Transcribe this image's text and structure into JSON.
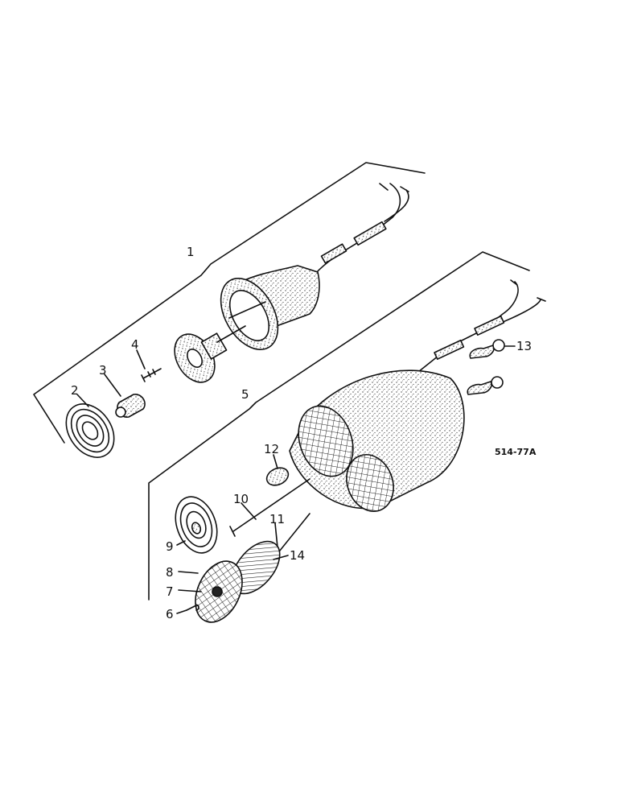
{
  "diagram": {
    "reference_code": "514-77A",
    "callouts": [
      {
        "id": "c1",
        "label": "1"
      },
      {
        "id": "c2",
        "label": "2"
      },
      {
        "id": "c3",
        "label": "3"
      },
      {
        "id": "c4",
        "label": "4"
      },
      {
        "id": "c5",
        "label": "5"
      },
      {
        "id": "c6",
        "label": "6"
      },
      {
        "id": "c7",
        "label": "7"
      },
      {
        "id": "c8",
        "label": "8"
      },
      {
        "id": "c9",
        "label": "9"
      },
      {
        "id": "c10",
        "label": "10"
      },
      {
        "id": "c11",
        "label": "11"
      },
      {
        "id": "c12",
        "label": "12"
      },
      {
        "id": "c13",
        "label": "13"
      },
      {
        "id": "c14",
        "label": "14"
      }
    ],
    "colors": {
      "ink": "#111111",
      "paper": "#ffffff",
      "stipple": "#555555"
    }
  }
}
